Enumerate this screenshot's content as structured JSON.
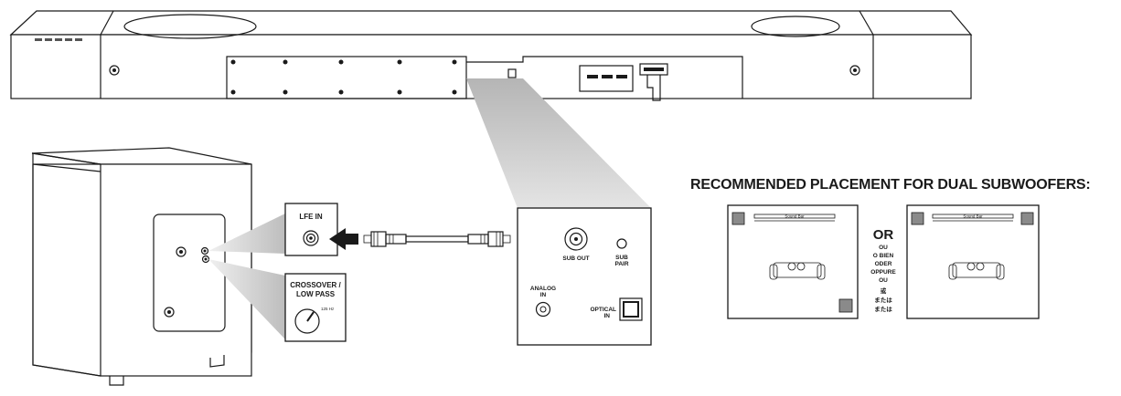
{
  "panel_labels": {
    "lfe_in": "LFE IN",
    "crossover": "CROSSOVER /",
    "low_pass": "LOW PASS",
    "freq": "125 Hz",
    "sub_out": "SUB OUT",
    "sub_pair_1": "SUB",
    "sub_pair_2": "PAIR",
    "analog_1": "ANALOG",
    "analog_2": "IN",
    "optical_1": "OPTICAL",
    "optical_2": "IN"
  },
  "placement": {
    "heading": "RECOMMENDED PLACEMENT FOR DUAL SUBWOOFERS:",
    "or_main": "OR",
    "or_translations": [
      "OU",
      "O BIEN",
      "ODER",
      "OPPURE",
      "OU",
      "或",
      "または",
      "または"
    ],
    "soundbar_label": "Sound Bar"
  }
}
